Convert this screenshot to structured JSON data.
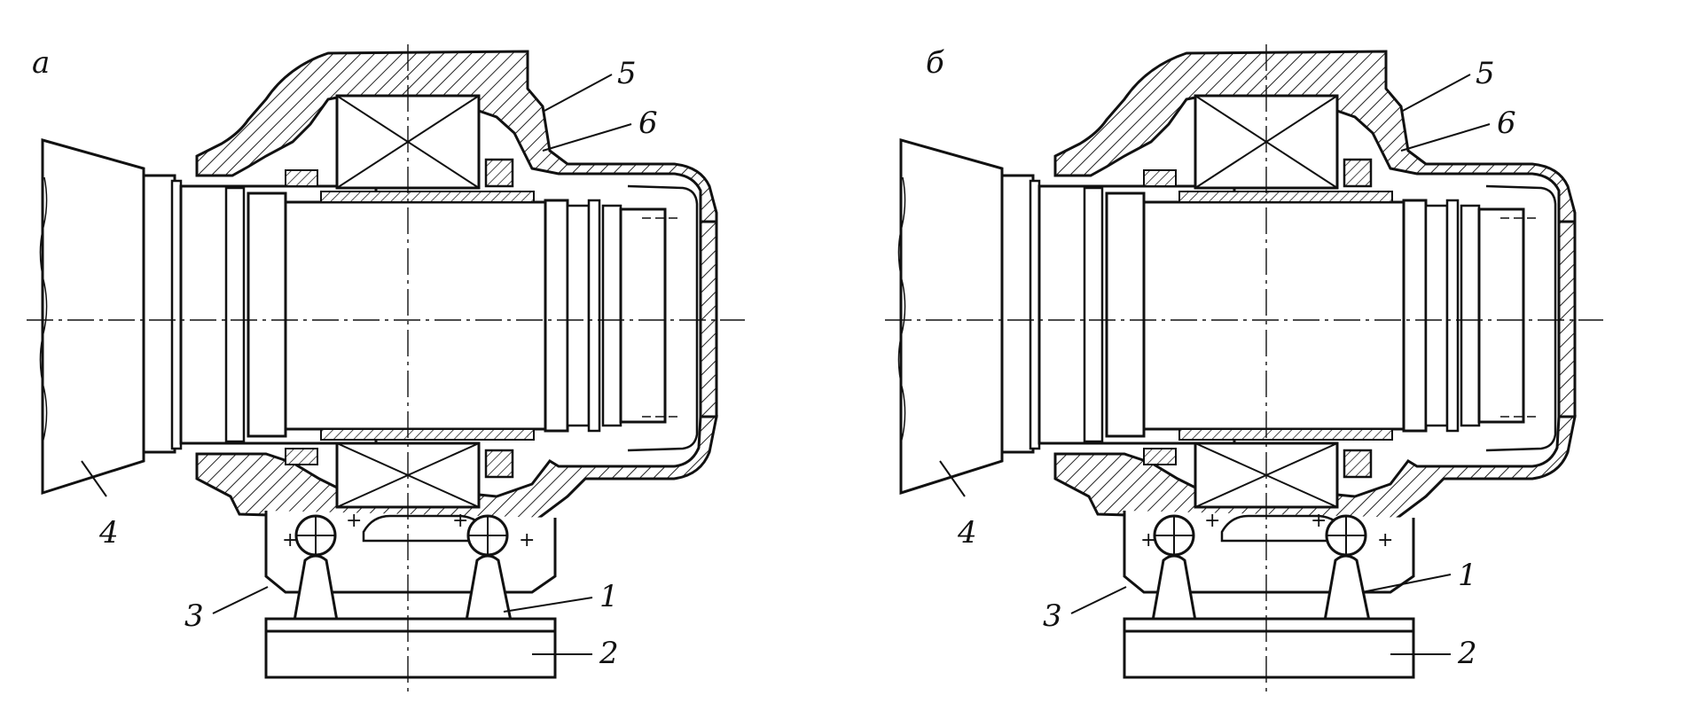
{
  "panels": [
    {
      "id": "a",
      "panel_label": "а",
      "parts": {
        "p1": "1",
        "p2": "2",
        "p3": "3",
        "p4": "4",
        "p5": "5",
        "p6": "6"
      }
    },
    {
      "id": "b",
      "panel_label": "б",
      "parts": {
        "p1": "1",
        "p2": "2",
        "p3": "3",
        "p4": "4",
        "p5": "5",
        "p6": "6"
      }
    }
  ],
  "colors": {
    "ink": "#111111",
    "hatch": "#222222",
    "paper": "#ffffff"
  }
}
